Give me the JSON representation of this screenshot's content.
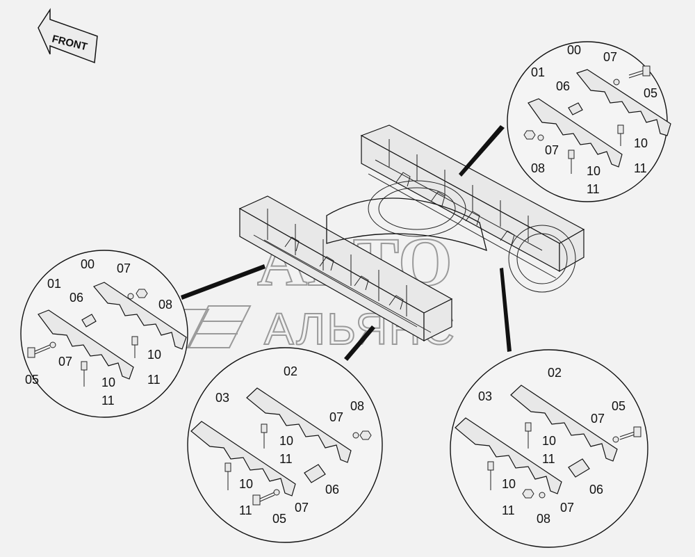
{
  "front_label": "FRONT",
  "watermark": {
    "line1": "АВТО",
    "line2": "АЛЬЯНС"
  },
  "callout_labels": {
    "top_right": [
      "00",
      "07",
      "01",
      "06",
      "05",
      "10",
      "07",
      "11",
      "08",
      "10",
      "11"
    ],
    "left": [
      "00",
      "07",
      "01",
      "06",
      "08",
      "10",
      "07",
      "05",
      "11",
      "10",
      "11"
    ],
    "bottom_center": [
      "02",
      "03",
      "08",
      "07",
      "10",
      "11",
      "10",
      "06",
      "11",
      "05",
      "07"
    ],
    "bottom_right": [
      "02",
      "03",
      "05",
      "07",
      "10",
      "11",
      "10",
      "06",
      "11",
      "08",
      "07"
    ]
  }
}
